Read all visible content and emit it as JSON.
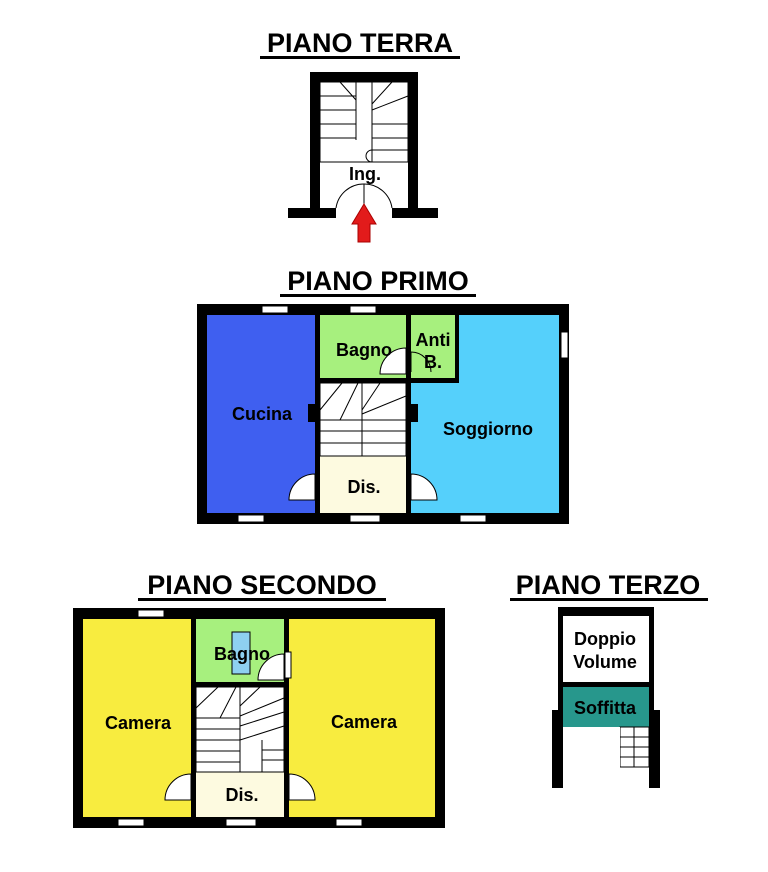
{
  "floors": {
    "terra": {
      "title": "PIANO TERRA",
      "rooms": {
        "ingresso": "Ing."
      }
    },
    "primo": {
      "title": "PIANO PRIMO",
      "rooms": {
        "cucina": "Cucina",
        "bagno": "Bagno",
        "anti_line1": "Anti",
        "anti_line2": "B.",
        "soggiorno": "Soggiorno",
        "disimpegno": "Dis."
      }
    },
    "secondo": {
      "title": "PIANO SECONDO",
      "rooms": {
        "camera_left": "Camera",
        "bagno": "Bagno",
        "camera_right": "Camera",
        "disimpegno": "Dis."
      }
    },
    "terzo": {
      "title": "PIANO TERZO",
      "rooms": {
        "doppio_line1": "Doppio",
        "doppio_line2": "Volume",
        "soffitta": "Soffitta"
      }
    }
  },
  "colors": {
    "kitchen": "#3f5ff0",
    "bathroom": "#a7f07e",
    "living": "#55d0fb",
    "hall": "#fdfae0",
    "bedroom": "#f8ec3f",
    "attic": "#27978c",
    "entrance_arrow": "#e21b1b",
    "walls": "#000000"
  }
}
